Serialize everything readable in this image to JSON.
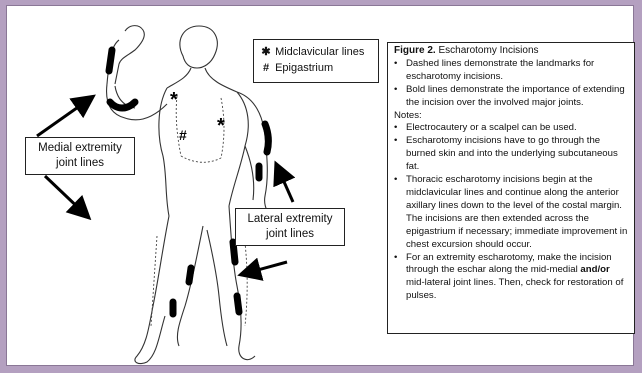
{
  "legend": {
    "star_symbol": "✱",
    "star_label": "Midclavicular lines",
    "hash_symbol": "#",
    "hash_label": "Epigastrium"
  },
  "labels": {
    "medial": "Medial extremity joint lines",
    "lateral": "Lateral extremity joint lines"
  },
  "figure_marks": {
    "star": "*",
    "hash": "#"
  },
  "caption": {
    "title_bold": "Figure 2.",
    "title_rest": " Escharotomy Incisions",
    "bullets": [
      "Dashed lines demonstrate the landmarks for escharotomy incisions.",
      "Bold lines demonstrate the importance of extending the incision over the involved major joints."
    ],
    "notes_label": "Notes:",
    "notes": [
      "Electrocautery or a scalpel can be used.",
      "Escharotomy incisions have to go through the burned skin and into the underlying subcutaneous fat.",
      "Thoracic escharotomy incisions begin at the midclavicular lines and continue along the anterior axillary lines down to the level of the costal margin. The incisions are then extended across the epigastrium if necessary; immediate improvement in chest excursion should occur."
    ],
    "last_note": {
      "part1": "For an extremity escharotomy, make the incision through the eschar along the mid-medial ",
      "bold": "and/or",
      "part2": " mid-lateral joint lines.  Then, check for restoration of pulses."
    }
  },
  "colors": {
    "background": "#b4a0c0",
    "incision": "#000000"
  }
}
